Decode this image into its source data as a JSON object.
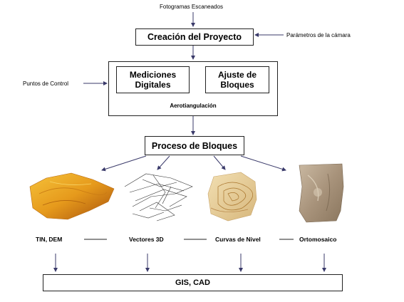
{
  "inputs": {
    "fotogramas": "Fotogramas Escaneados",
    "parametros": "Parámetros de la cámara",
    "puntos_control": "Puntos de Control"
  },
  "boxes": {
    "creacion": "Creación del Proyecto",
    "mediciones": "Mediciones Digitales",
    "ajuste": "Ajuste de Bloques",
    "aerotriangulacion": "Aerotiangulación",
    "proceso": "Proceso de Bloques",
    "gis": "GIS, CAD"
  },
  "products": [
    {
      "label": "TIN, DEM",
      "image": "terrain-render"
    },
    {
      "label": "Vectores 3D",
      "image": "vector-sketch"
    },
    {
      "label": "Curvas de Nivel",
      "image": "contour-map"
    },
    {
      "label": "Ortomosaico",
      "image": "aerial-photo"
    }
  ]
}
